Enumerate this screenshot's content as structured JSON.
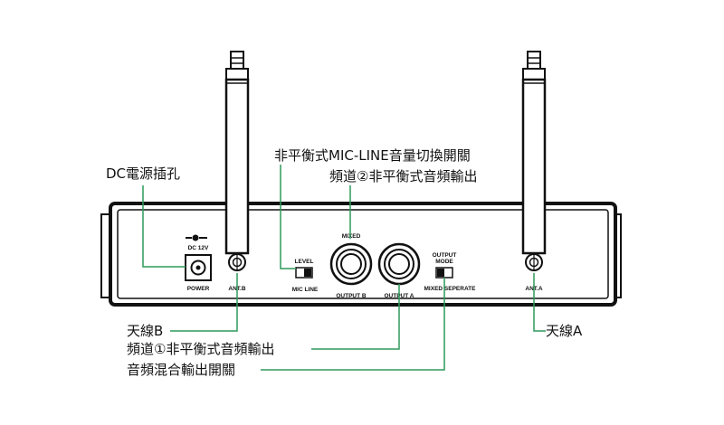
{
  "colors": {
    "callout_line": "#2e9a5a",
    "device_outline": "#111111",
    "background": "#ffffff"
  },
  "callouts": {
    "dc_jack": "DC電源插孔",
    "mic_line_switch": "非平衡式MIC-LINE音量切換開關",
    "channel2_output": "頻道②非平衡式音頻輸出",
    "antenna_b": "天線B",
    "channel1_output": "頻道①非平衡式音頻輸出",
    "mix_switch": "音頻混合輸出開關",
    "antenna_a": "天線A"
  },
  "panel": {
    "dc_label": "DC 12V",
    "power_label": "POWER",
    "ant_b": "ANT.B",
    "ant_a": "ANT.A",
    "level": "LEVEL",
    "mic_line": "MIC   LINE",
    "mixed": "MIXED",
    "output_b": "OUTPUT B",
    "output_a": "OUTPUT A",
    "output_mode_1": "OUTPUT",
    "output_mode_2": "MODE",
    "mixed_seperate": "MIXED SEPERATE"
  }
}
